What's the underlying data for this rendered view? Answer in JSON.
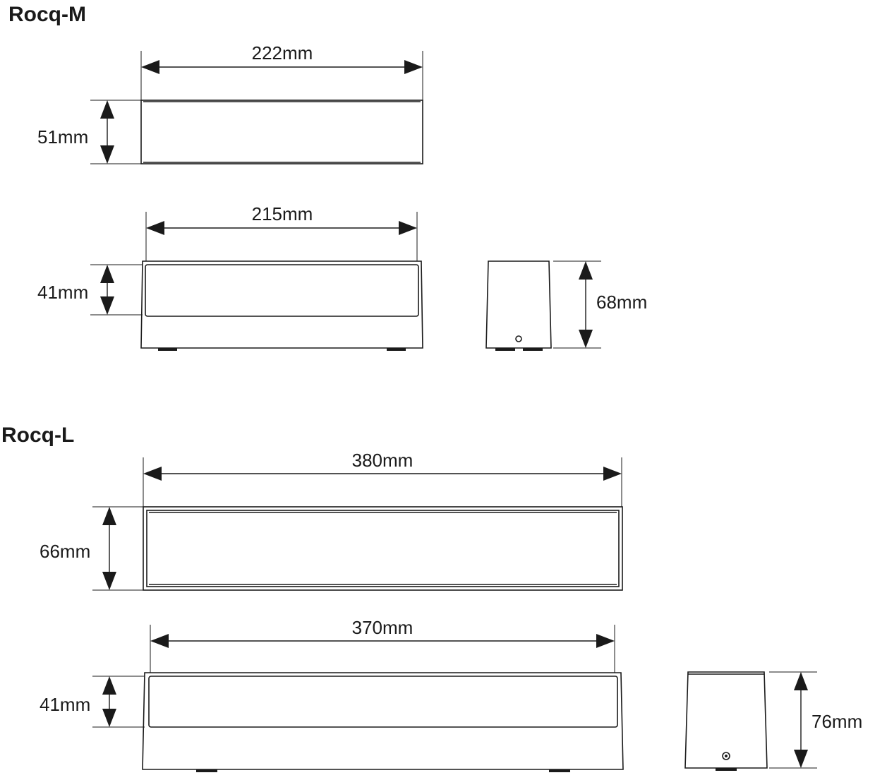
{
  "sections": [
    {
      "id": "m",
      "title": "Rocq-M",
      "top_view": {
        "width": "222mm",
        "height": "51mm"
      },
      "front_view": {
        "width": "215mm",
        "height": "41mm"
      },
      "side_view": {
        "height": "68mm"
      }
    },
    {
      "id": "l",
      "title": "Rocq-L",
      "top_view": {
        "width": "380mm",
        "height": "66mm"
      },
      "front_view": {
        "width": "370mm",
        "height": "41mm"
      },
      "side_view": {
        "height": "76mm"
      }
    }
  ],
  "colors": {
    "line": "#1a1a1a",
    "background": "#ffffff"
  }
}
